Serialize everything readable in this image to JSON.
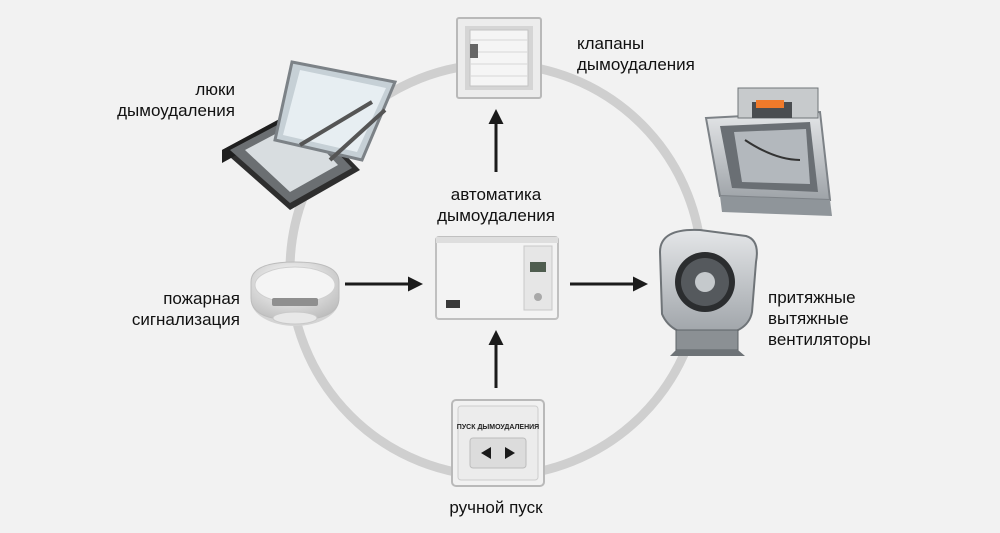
{
  "colors": {
    "background": "#f2f2f2",
    "ring": "#cfcfcf",
    "arrow": "#1b1b1b",
    "device_light": "#f7f7f7",
    "device_shadow": "#d9d9d9"
  },
  "labels": {
    "smoke_hatches": "люки\nдымоудаления",
    "smoke_valves": "клапаны\nдымоудаления",
    "control_unit": "автоматика\nдымоудаления",
    "fire_alarm": "пожарная\nсигнализация",
    "exhaust_fans": "притяжные\nвытяжные\nвентиляторы",
    "manual_start": "ручной пуск"
  },
  "devices": {
    "manual_start_panel_text": "ПУСК ДЫМОУДАЛЕНИЯ"
  },
  "icons": [
    "smoke-hatch-icon",
    "smoke-valve-icon",
    "damper-actuator-icon",
    "control-cabinet-icon",
    "smoke-detector-icon",
    "centrifugal-fan-icon",
    "manual-call-point-icon"
  ]
}
